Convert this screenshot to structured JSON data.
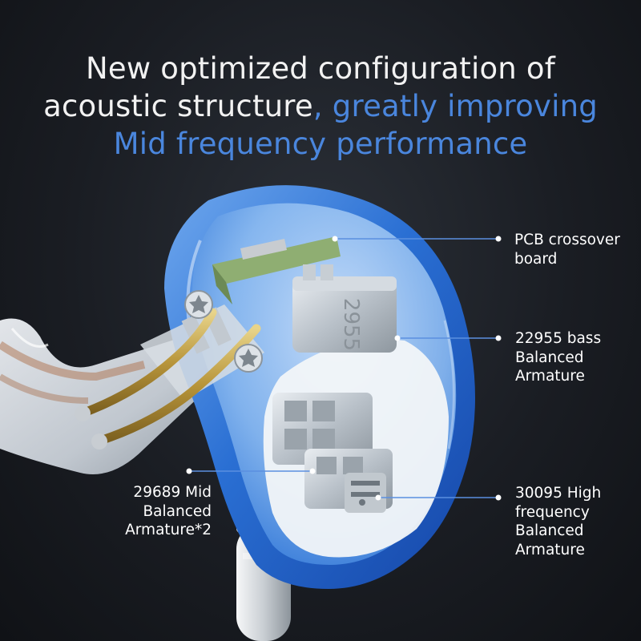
{
  "headline": {
    "line1": "New optimized configuration of",
    "line2_white": "acoustic structure",
    "line2_blue": ", greatly improving",
    "line3_blue": "Mid frequency performance"
  },
  "callouts": {
    "pcb": {
      "line1": "PCB crossover",
      "line2": "board"
    },
    "bass": {
      "line1": "22955 bass",
      "line2": "Balanced",
      "line3": "Armature"
    },
    "mid": {
      "line1": "29689 Mid",
      "line2": "Balanced",
      "line3": "Armature*2"
    },
    "high": {
      "line1": "30095 High",
      "line2": "frequency",
      "line3": "Balanced",
      "line4": "Armature"
    }
  },
  "driver_print": "2955",
  "colors": {
    "accent_blue": "#4a86dd",
    "shell_blue": "#1f64c8",
    "leader_line": "#5b8fe0",
    "background": "#1a1d23"
  }
}
